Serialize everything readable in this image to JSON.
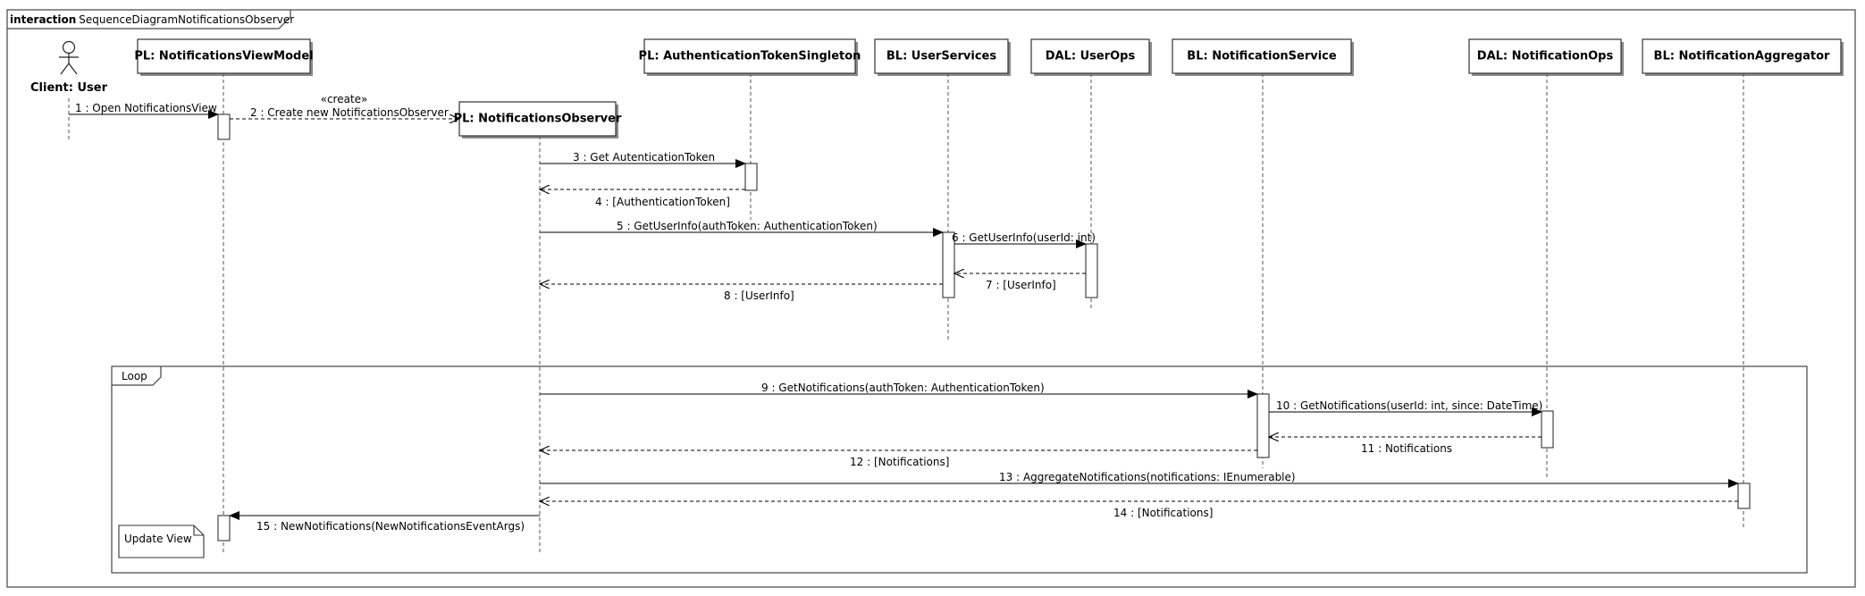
{
  "frame": {
    "keyword": "interaction",
    "name": "SequenceDiagramNotificationsObserver"
  },
  "actor": {
    "label": "Client: User"
  },
  "lifelines": {
    "viewmodel": "PL: NotificationsViewModel",
    "observer": "PL: NotificationsObserver",
    "token": "PL: AuthenticationTokenSingleton",
    "userservices": "BL: UserServices",
    "userops": "DAL: UserOps",
    "notifservice": "BL: NotificationService",
    "notifops": "DAL: NotificationOps",
    "aggregator": "BL: NotificationAggregator"
  },
  "messages": {
    "m1": "1 : Open NotificationsView",
    "create_stereo": "«create»",
    "m2": "2 : Create new NotificationsObserver",
    "m3": "3 : Get AutenticationToken",
    "m4": "4 : [AuthenticationToken]",
    "m5": "5 : GetUserInfo(authToken: AuthenticationToken)",
    "m6": "6 : GetUserInfo(userId: int)",
    "m7": "7 : [UserInfo]",
    "m8": "8 : [UserInfo]",
    "m9": "9 : GetNotifications(authToken: AuthenticationToken)",
    "m10": "10 : GetNotifications(userId: int, since: DateTime)",
    "m11": "11 : Notifications",
    "m12": "12 : [Notifications]",
    "m13": "13 : AggregateNotifications(notifications: IEnumerable)",
    "m14": "14 : [Notifications]",
    "m15": "15 : NewNotifications(NewNotificationsEventArgs)"
  },
  "loop": {
    "label": "Loop"
  },
  "note": {
    "text": "Update View"
  }
}
